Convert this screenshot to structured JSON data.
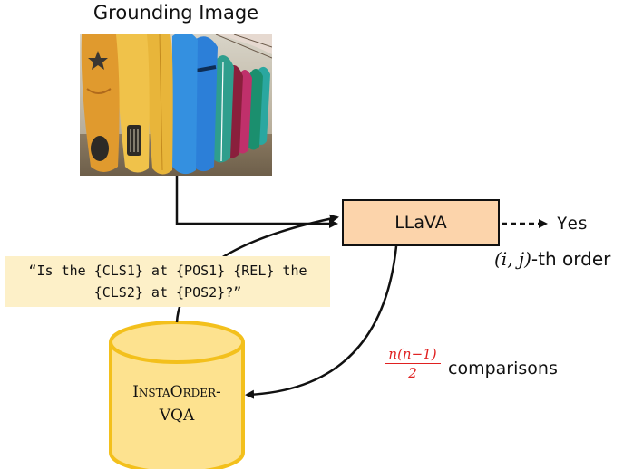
{
  "title": "Grounding Image",
  "model": {
    "label": "LLaVA"
  },
  "output": {
    "answer": "Yes",
    "order_prefix": "(i, j)",
    "order_suffix": "-th order"
  },
  "question": {
    "line1": "“Is the {CLS1} at {POS1} {REL} the",
    "line2": "{CLS2} at {POS2}?”"
  },
  "dataset": {
    "line1": "InstaOrder-",
    "line2": "VQA"
  },
  "comparisons": {
    "numerator": "n(n−1)",
    "denominator": "2",
    "label": "comparisons"
  },
  "colors": {
    "llava_box": "#fcd4ab",
    "question_box": "#fdf0c8",
    "database_fill": "#fde28f",
    "database_stroke": "#f3c01c",
    "fraction": "#e02020"
  }
}
